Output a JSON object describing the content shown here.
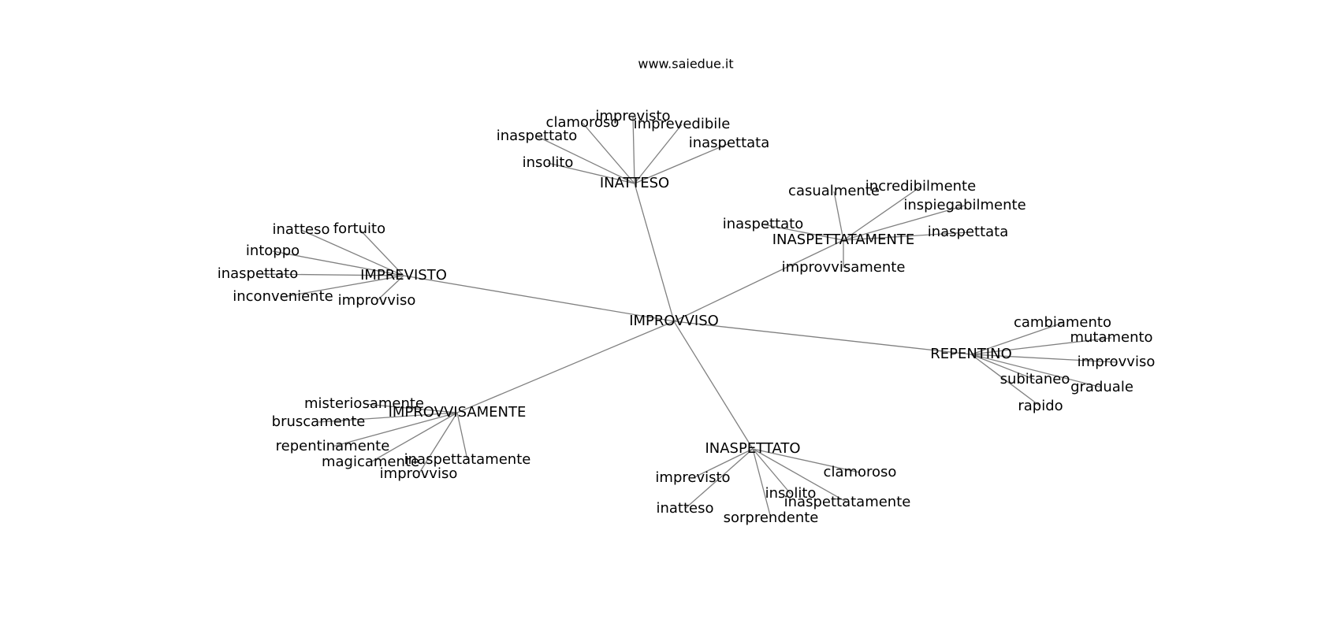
{
  "title": "www.saiedue.it",
  "nodes": [
    {
      "id": "IMPROVVISO",
      "label": "IMPROVVISO"
    },
    {
      "id": "INATTESO",
      "label": "INATTESO"
    },
    {
      "id": "IMPREVISTO",
      "label": "IMPREVISTO"
    },
    {
      "id": "INASPETTATAMENTE",
      "label": "INASPETTATAMENTE"
    },
    {
      "id": "REPENTINO",
      "label": "REPENTINO"
    },
    {
      "id": "IMPROVVISAMENTE",
      "label": "IMPROVVISAMENTE"
    },
    {
      "id": "INASPETTATO",
      "label": "INASPETTATO"
    },
    {
      "id": "inatteso-imprevisto",
      "label": "imprevisto"
    },
    {
      "id": "inatteso-clamoroso",
      "label": "clamoroso"
    },
    {
      "id": "inatteso-imprevedibile",
      "label": "imprevedibile"
    },
    {
      "id": "inatteso-inaspettato",
      "label": "inaspettato"
    },
    {
      "id": "inatteso-inaspettata",
      "label": "inaspettata"
    },
    {
      "id": "inatteso-insolito",
      "label": "insolito"
    },
    {
      "id": "imprevisto-inatteso",
      "label": "inatteso"
    },
    {
      "id": "imprevisto-fortuito",
      "label": "fortuito"
    },
    {
      "id": "imprevisto-intoppo",
      "label": "intoppo"
    },
    {
      "id": "imprevisto-inaspettato",
      "label": "inaspettato"
    },
    {
      "id": "imprevisto-inconveniente",
      "label": "inconveniente"
    },
    {
      "id": "imprevisto-improvviso",
      "label": "improvviso"
    },
    {
      "id": "inasp-casualmente",
      "label": "casualmente"
    },
    {
      "id": "inasp-incredibilmente",
      "label": "incredibilmente"
    },
    {
      "id": "inasp-inspiegabilmente",
      "label": "inspiegabilmente"
    },
    {
      "id": "inasp-inaspettato",
      "label": "inaspettato"
    },
    {
      "id": "inasp-inaspettata",
      "label": "inaspettata"
    },
    {
      "id": "inasp-improvvisamente",
      "label": "improvvisamente"
    },
    {
      "id": "repentino-cambiamento",
      "label": "cambiamento"
    },
    {
      "id": "repentino-mutamento",
      "label": "mutamento"
    },
    {
      "id": "repentino-improvviso",
      "label": "improvviso"
    },
    {
      "id": "repentino-subitaneo",
      "label": "subitaneo"
    },
    {
      "id": "repentino-graduale",
      "label": "graduale"
    },
    {
      "id": "repentino-rapido",
      "label": "rapido"
    },
    {
      "id": "improvv-misteriosamente",
      "label": "misteriosamente"
    },
    {
      "id": "improvv-bruscamente",
      "label": "bruscamente"
    },
    {
      "id": "improvv-repentinamente",
      "label": "repentinamente"
    },
    {
      "id": "improvv-magicamente",
      "label": "magicamente"
    },
    {
      "id": "improvv-inaspettatamente",
      "label": "inaspettatamente"
    },
    {
      "id": "improvv-improvviso",
      "label": "improvviso"
    },
    {
      "id": "inaspettato-imprevisto",
      "label": "imprevisto"
    },
    {
      "id": "inaspettato-clamoroso",
      "label": "clamoroso"
    },
    {
      "id": "inaspettato-insolito",
      "label": "insolito"
    },
    {
      "id": "inaspettato-inaspettatamente",
      "label": "inaspettatamente"
    },
    {
      "id": "inaspettato-inatteso",
      "label": "inatteso"
    },
    {
      "id": "inaspettato-sorprendente",
      "label": "sorprendente"
    }
  ],
  "edges": [
    [
      "IMPROVVISO",
      "INATTESO"
    ],
    [
      "IMPROVVISO",
      "IMPREVISTO"
    ],
    [
      "IMPROVVISO",
      "INASPETTATAMENTE"
    ],
    [
      "IMPROVVISO",
      "REPENTINO"
    ],
    [
      "IMPROVVISO",
      "IMPROVVISAMENTE"
    ],
    [
      "IMPROVVISO",
      "INASPETTATO"
    ],
    [
      "INATTESO",
      "inatteso-imprevisto"
    ],
    [
      "INATTESO",
      "inatteso-clamoroso"
    ],
    [
      "INATTESO",
      "inatteso-imprevedibile"
    ],
    [
      "INATTESO",
      "inatteso-inaspettato"
    ],
    [
      "INATTESO",
      "inatteso-inaspettata"
    ],
    [
      "INATTESO",
      "inatteso-insolito"
    ],
    [
      "IMPREVISTO",
      "imprevisto-inatteso"
    ],
    [
      "IMPREVISTO",
      "imprevisto-fortuito"
    ],
    [
      "IMPREVISTO",
      "imprevisto-intoppo"
    ],
    [
      "IMPREVISTO",
      "imprevisto-inaspettato"
    ],
    [
      "IMPREVISTO",
      "imprevisto-inconveniente"
    ],
    [
      "IMPREVISTO",
      "imprevisto-improvviso"
    ],
    [
      "INASPETTATAMENTE",
      "inasp-casualmente"
    ],
    [
      "INASPETTATAMENTE",
      "inasp-incredibilmente"
    ],
    [
      "INASPETTATAMENTE",
      "inasp-inspiegabilmente"
    ],
    [
      "INASPETTATAMENTE",
      "inasp-inaspettato"
    ],
    [
      "INASPETTATAMENTE",
      "inasp-inaspettata"
    ],
    [
      "INASPETTATAMENTE",
      "inasp-improvvisamente"
    ],
    [
      "REPENTINO",
      "repentino-cambiamento"
    ],
    [
      "REPENTINO",
      "repentino-mutamento"
    ],
    [
      "REPENTINO",
      "repentino-improvviso"
    ],
    [
      "REPENTINO",
      "repentino-subitaneo"
    ],
    [
      "REPENTINO",
      "repentino-graduale"
    ],
    [
      "REPENTINO",
      "repentino-rapido"
    ],
    [
      "IMPROVVISAMENTE",
      "improvv-misteriosamente"
    ],
    [
      "IMPROVVISAMENTE",
      "improvv-bruscamente"
    ],
    [
      "IMPROVVISAMENTE",
      "improvv-repentinamente"
    ],
    [
      "IMPROVVISAMENTE",
      "improvv-magicamente"
    ],
    [
      "IMPROVVISAMENTE",
      "improvv-inaspettatamente"
    ],
    [
      "IMPROVVISAMENTE",
      "improvv-improvviso"
    ],
    [
      "INASPETTATO",
      "inaspettato-imprevisto"
    ],
    [
      "INASPETTATO",
      "inaspettato-clamoroso"
    ],
    [
      "INASPETTATO",
      "inaspettato-insolito"
    ],
    [
      "INASPETTATO",
      "inaspettato-inaspettatamente"
    ],
    [
      "INASPETTATO",
      "inaspettato-inatteso"
    ],
    [
      "INASPETTATO",
      "inaspettato-sorprendente"
    ]
  ]
}
